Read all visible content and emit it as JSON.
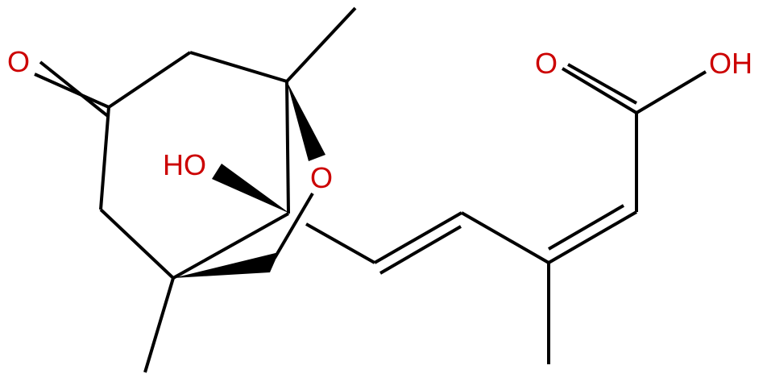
{
  "diagram": {
    "type": "chemical-structure",
    "atom_color": "#cc0000",
    "bond_color": "#000000",
    "labels": {
      "ketone_o": "O",
      "hydroxyl": "HO",
      "bridge_o": "O",
      "acid_o": "O",
      "acid_oh": "OH"
    }
  }
}
